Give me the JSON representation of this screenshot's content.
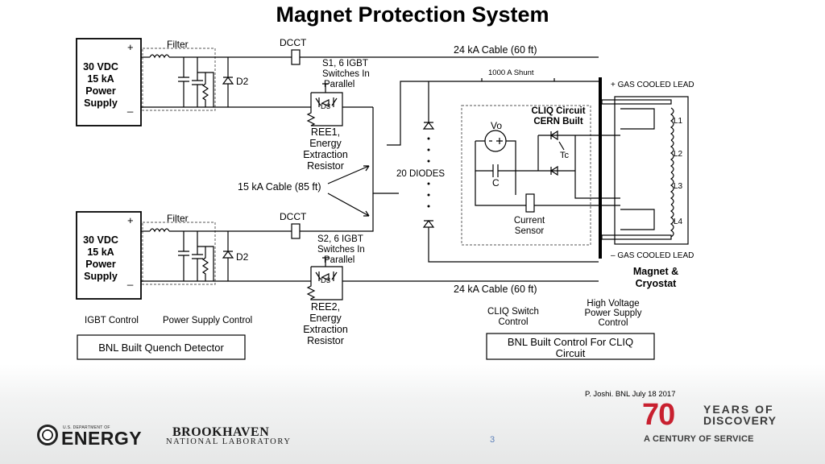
{
  "slide": {
    "title": "Magnet Protection System",
    "page_number": "3",
    "credit": "P. Joshi.  BNL July 18 2017"
  },
  "diagram": {
    "power_supply_1": [
      "30 VDC",
      "15 kA",
      "Power",
      "Supply"
    ],
    "power_supply_2": [
      "30 VDC",
      "15 kA",
      "Power",
      "Supply"
    ],
    "plus_sign": "+",
    "minus_sign": "_",
    "filter_label": "Filter",
    "d2_label": "D2",
    "dcct_label": "DCCT",
    "s1_label": [
      "S1, 6 IGBT",
      "Switches In",
      "Parallel"
    ],
    "s2_label": [
      "S2, 6 IGBT",
      "Switches In",
      "Parallel"
    ],
    "d3_label": "D3",
    "ree1_label": [
      "REE1,",
      "Energy",
      "Extraction",
      "Resistor"
    ],
    "ree2_label": [
      "REE2,",
      "Energy",
      "Extraction",
      "Resistor"
    ],
    "cable_15ka": "15 kA Cable (85 ft)",
    "cable_24ka_top": "24 kA Cable (60 ft)",
    "cable_24ka_bottom": "24 kA Cable (60 ft)",
    "shunt_label": "1000 A Shunt",
    "diodes_label": "20 DIODES",
    "cliq_label": [
      "CLIQ Circuit",
      "CERN Built"
    ],
    "vo_label": "Vo",
    "tc_label": "Tc",
    "c_label": "C",
    "current_sensor_label": [
      "Current",
      "Sensor"
    ],
    "gas_lead_plus": "+ GAS COOLED LEAD",
    "gas_lead_minus": "– GAS COOLED LEAD",
    "coil_labels": [
      "L1",
      "L2",
      "L3",
      "L4"
    ],
    "magnet_label": [
      "Magnet &",
      "Cryostat"
    ],
    "igbt_control": "IGBT Control",
    "ps_control": "Power Supply Control",
    "quench_detector": "BNL Built Quench Detector",
    "cliq_switch_control": [
      "CLIQ Switch",
      "Control"
    ],
    "hv_ps_control": [
      "High Voltage",
      "Power Supply",
      "Control"
    ],
    "cliq_control_box": [
      "BNL Built Control For CLIQ",
      "Circuit"
    ]
  },
  "logos": {
    "doe_small": "U.S. DEPARTMENT OF",
    "doe_big": "ENERGY",
    "bnl_top": "BROOKHAVEN",
    "bnl_bottom": "NATIONAL LABORATORY",
    "years_number": "70",
    "years_line1": "YEARS OF",
    "years_line2": "DISCOVERY",
    "years_tagline": "A CENTURY OF SERVICE"
  },
  "colors": {
    "title": "#000000",
    "accent_red": "#c8202f",
    "page_number": "#5b7fb8"
  }
}
